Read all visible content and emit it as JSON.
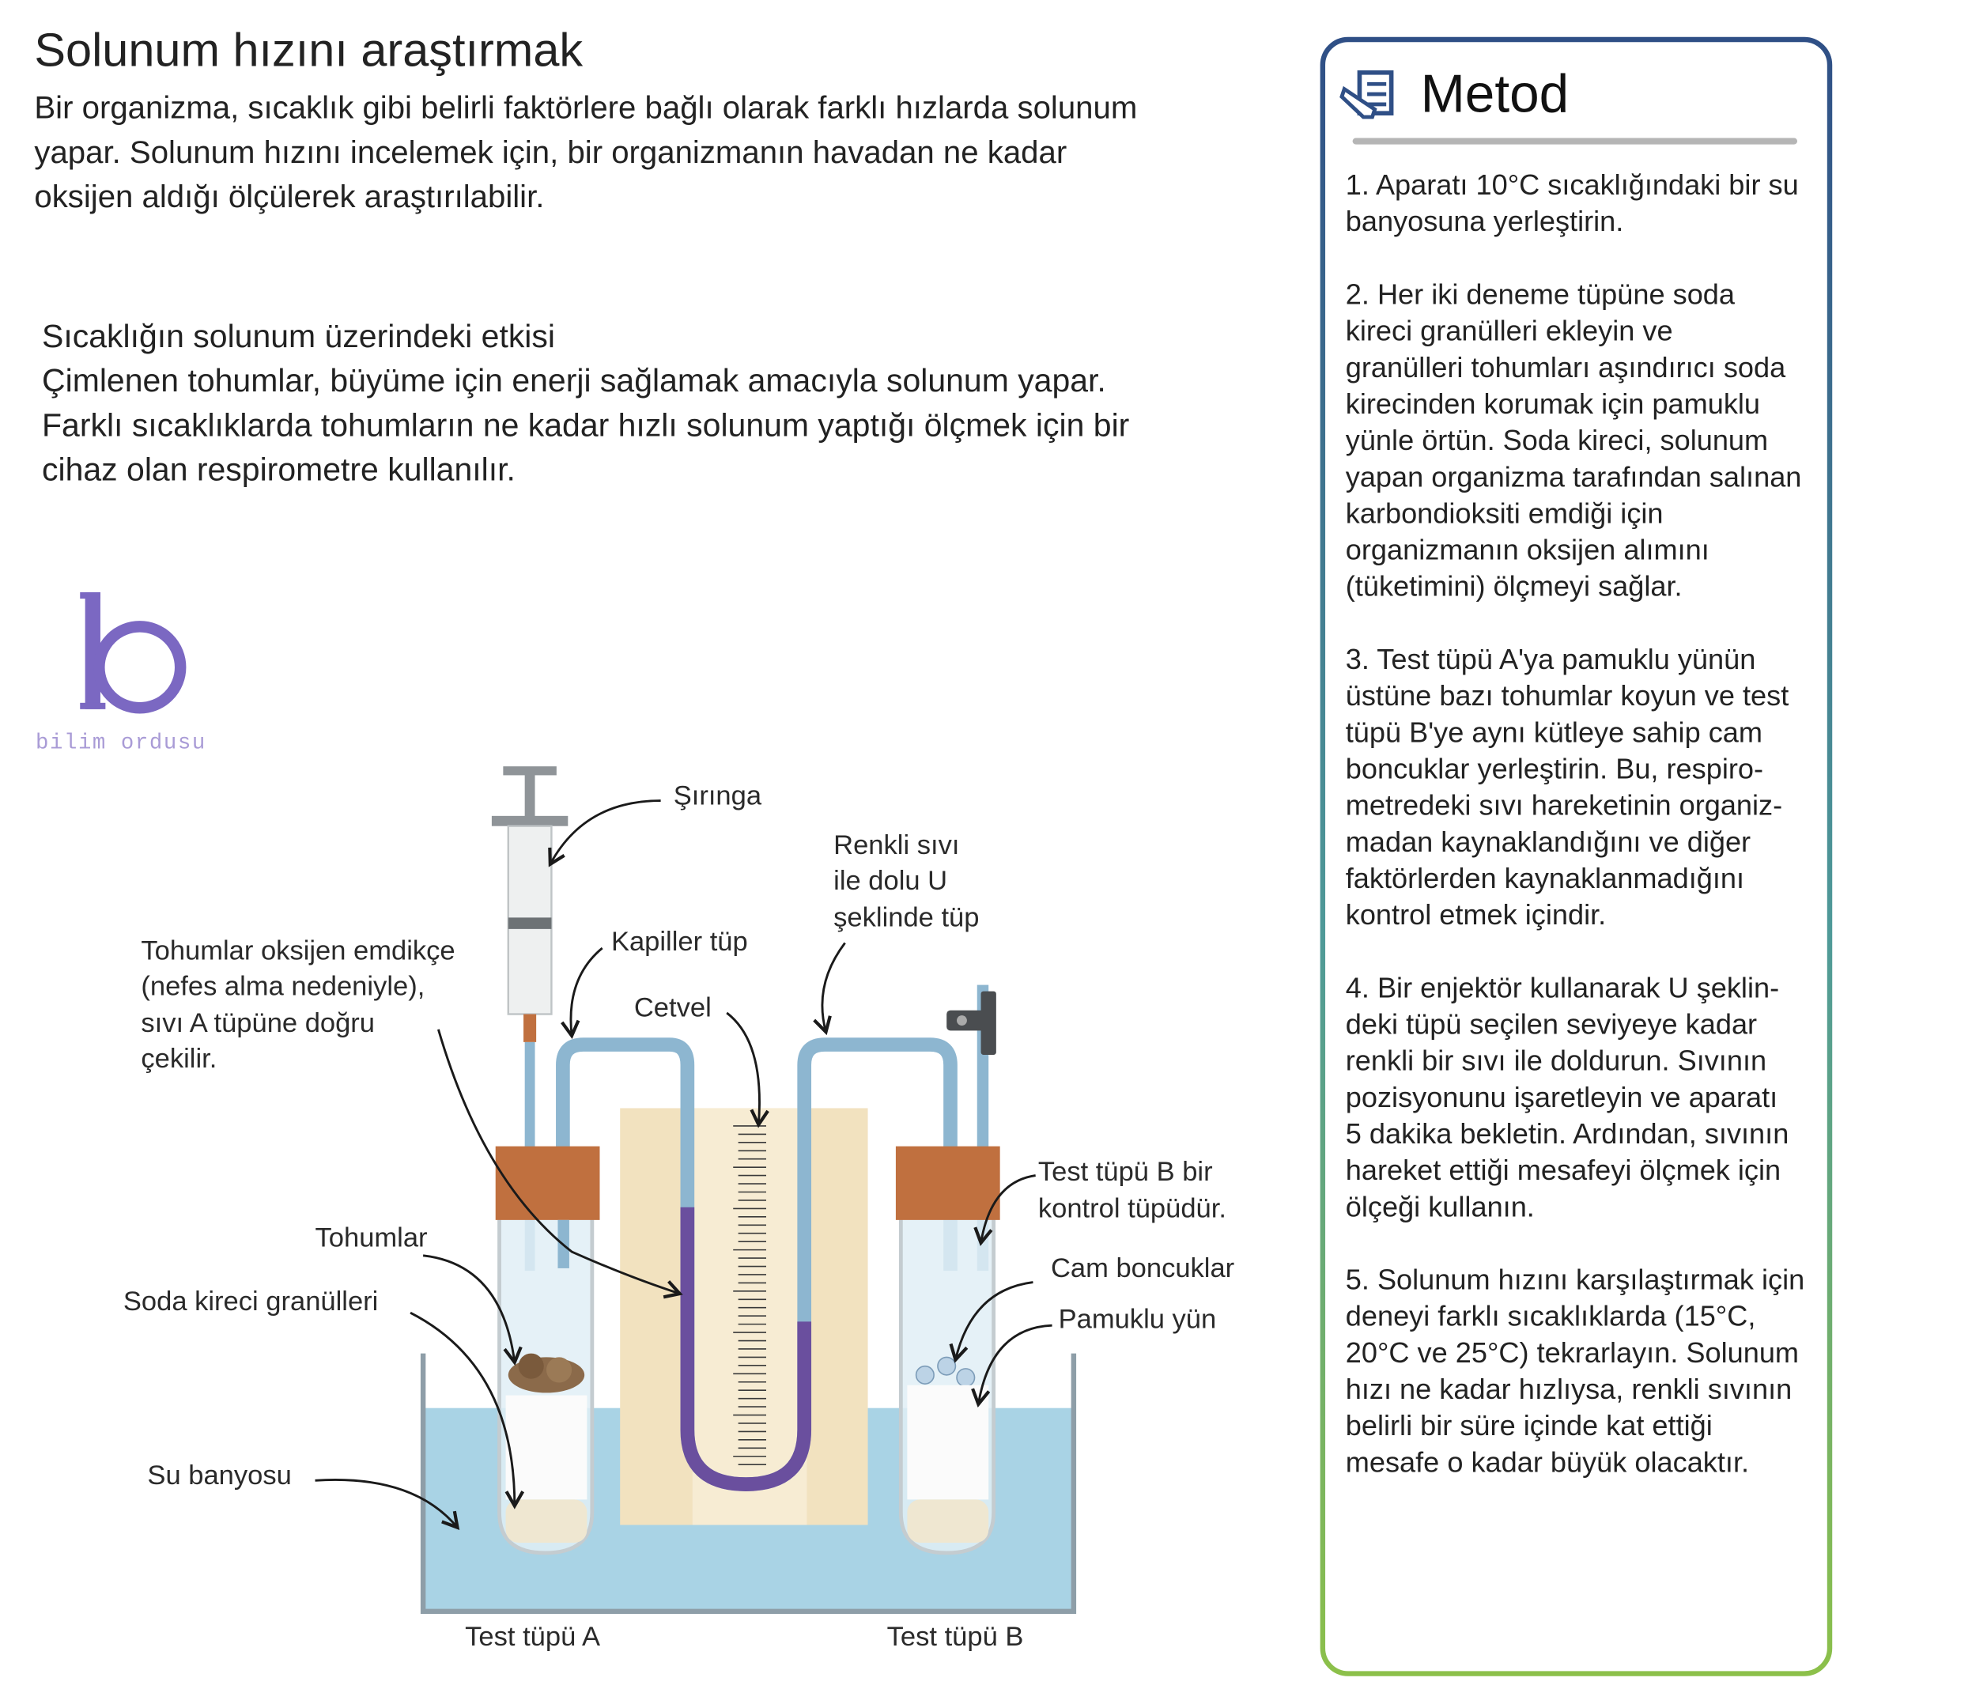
{
  "title": "Solunum hızını araştırmak",
  "intro": [
    "Bir organizma, sıcaklık gibi belirli faktörlere bağlı olarak farklı hızlarda solunum",
    "yapar. Solunum hızını incelemek için, bir organizmanın havadan ne kadar",
    "oksijen aldığı ölçülerek araştırılabilir."
  ],
  "section": [
    "Sıcaklığın solunum üzerindeki etkisi",
    "Çimlenen tohumlar, büyüme için enerji sağlamak amacıyla solunum yapar.",
    "Farklı sıcaklıklarda tohumların ne kadar hızlı solunum yaptığı ölçmek için bir",
    "cihaz olan respirometre kullanılır."
  ],
  "logo": {
    "letter": "b",
    "text": "bilim ordusu"
  },
  "method": {
    "icon": "document-pencil-icon",
    "title": "Metod",
    "steps": [
      [
        "1. Aparatı 10°C sıcaklığındaki bir su",
        "banyosuna yerleştirin."
      ],
      [
        "2. Her iki deneme tüpüne soda",
        "kireci granülleri ekleyin ve",
        "granülleri tohumları aşındırıcı soda",
        "kirecinden korumak için pamuklu",
        "yünle örtün. Soda kireci, solunum",
        "yapan organizma tarafından salınan",
        "karbondioksiti emdiği için",
        "organizmanın oksijen alımını",
        "(tüketimini) ölçmeyi sağlar."
      ],
      [
        "3. Test tüpü A'ya pamuklu yünün",
        "üstüne bazı tohumlar koyun ve test",
        "tüpü B'ye aynı kütleye sahip cam",
        "boncuklar yerleştirin. Bu, respiro-",
        "metredeki sıvı hareketinin organiz-",
        "madan kaynaklandığını ve diğer",
        "faktörlerden kaynaklanmadığını",
        "kontrol etmek içindir."
      ],
      [
        "4. Bir enjektör kullanarak U şeklin-",
        "deki tüpü seçilen seviyeye kadar",
        "renkli bir sıvı ile doldurun. Sıvının",
        "pozisyonunu işaretleyin ve aparatı",
        "5 dakika bekletin. Ardından, sıvının",
        "hareket ettiği mesafeyi ölçmek için",
        "ölçeği kullanın."
      ],
      [
        "5. Solunum hızını karşılaştırmak için",
        "deneyi farklı sıcaklıklarda (15°C,",
        "20°C ve 25°C) tekrarlayın. Solunum",
        "hızı ne kadar hızlıysa, renkli sıvının",
        "belirli bir süre içinde kat ettiği",
        "mesafe o kadar büyük olacaktır."
      ]
    ]
  },
  "diagram": {
    "syringe": "Şırınga",
    "u_tube": [
      "Renkli sıvı",
      "ile dolu U",
      "şeklinde tüp"
    ],
    "capillary": "Kapiller tüp",
    "seeds_note": [
      "Tohumlar oksijen emdikçe",
      "(nefes alma nedeniyle),",
      "sıvı A tüpüne doğru",
      "çekilir."
    ],
    "ruler": "Cetvel",
    "control": [
      "Test tüpü B bir",
      "kontrol tüpüdür."
    ],
    "seeds": "Tohumlar",
    "glass_beads": "Cam boncuklar",
    "soda_lime": "Soda kireci granülleri",
    "cotton": "Pamuklu yün",
    "water_bath": "Su banyosu",
    "tube_a": "Test tüpü A",
    "tube_b": "Test tüpü B"
  },
  "colors": {
    "water": "#a9d3e5",
    "tube": "#8db6d0",
    "liquid": "#6a4f9e",
    "cork": "#c0703f",
    "ruler": "#f2e2bf",
    "logo": "#7b68c2"
  }
}
